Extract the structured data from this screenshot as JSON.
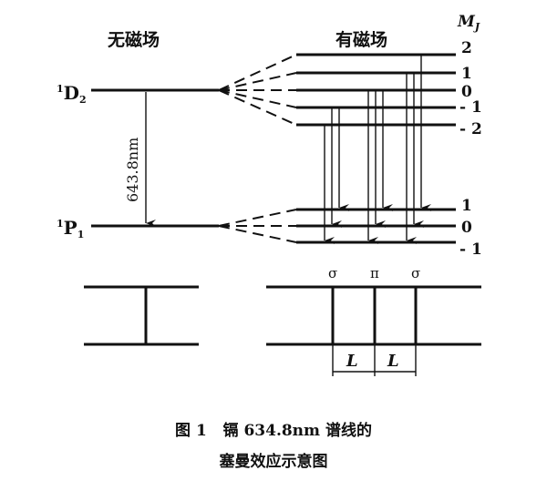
{
  "headers": {
    "no_field": "无磁场",
    "with_field": "有磁场",
    "mj": "M",
    "mj_sub": "J"
  },
  "terms": {
    "upper": {
      "sup": "1",
      "main": "D",
      "sub": "2"
    },
    "lower": {
      "sup": "1",
      "main": "P",
      "sub": "1"
    }
  },
  "wavelength_label": "643.8nm",
  "upper_mj": [
    "2",
    "1",
    "0",
    "- 1",
    "- 2"
  ],
  "lower_mj": [
    "1",
    "0",
    "- 1"
  ],
  "polarization": [
    "σ",
    "π",
    "σ"
  ],
  "spacing_labels": [
    "L",
    "L"
  ],
  "caption": {
    "line1": "图 1   镉 634.8nm 谱线的",
    "line2": "塞曼效应示意图"
  }
}
